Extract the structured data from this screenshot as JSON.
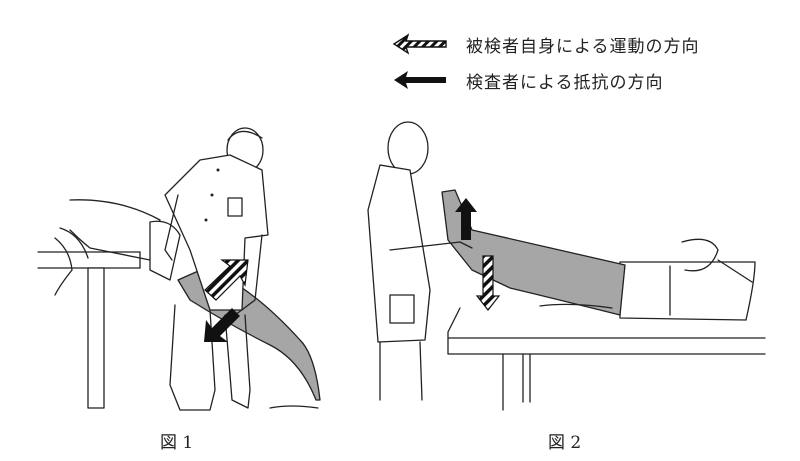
{
  "legend": {
    "items": [
      {
        "icon": "striped-arrow-left-icon",
        "label": "被検者自身による運動の方向"
      },
      {
        "icon": "solid-arrow-left-icon",
        "label": "検査者による抵抗の方向"
      }
    ]
  },
  "figures": [
    {
      "id": "fig1",
      "caption": "図 1",
      "description": "Examiner stands beside table; subject prone with leg hanging off table edge, lower leg shaded; striped arrow up-right (subject motion), solid arrow down-left (resistance)"
    },
    {
      "id": "fig2",
      "caption": "図 2",
      "description": "Examiner at foot of table; subject supine, leg raised and shaded; solid arrow up (resistance), striped arrow down (subject motion)"
    }
  ],
  "colors": {
    "line": "#222222",
    "shade": "#a6a6a6",
    "background": "#ffffff"
  }
}
